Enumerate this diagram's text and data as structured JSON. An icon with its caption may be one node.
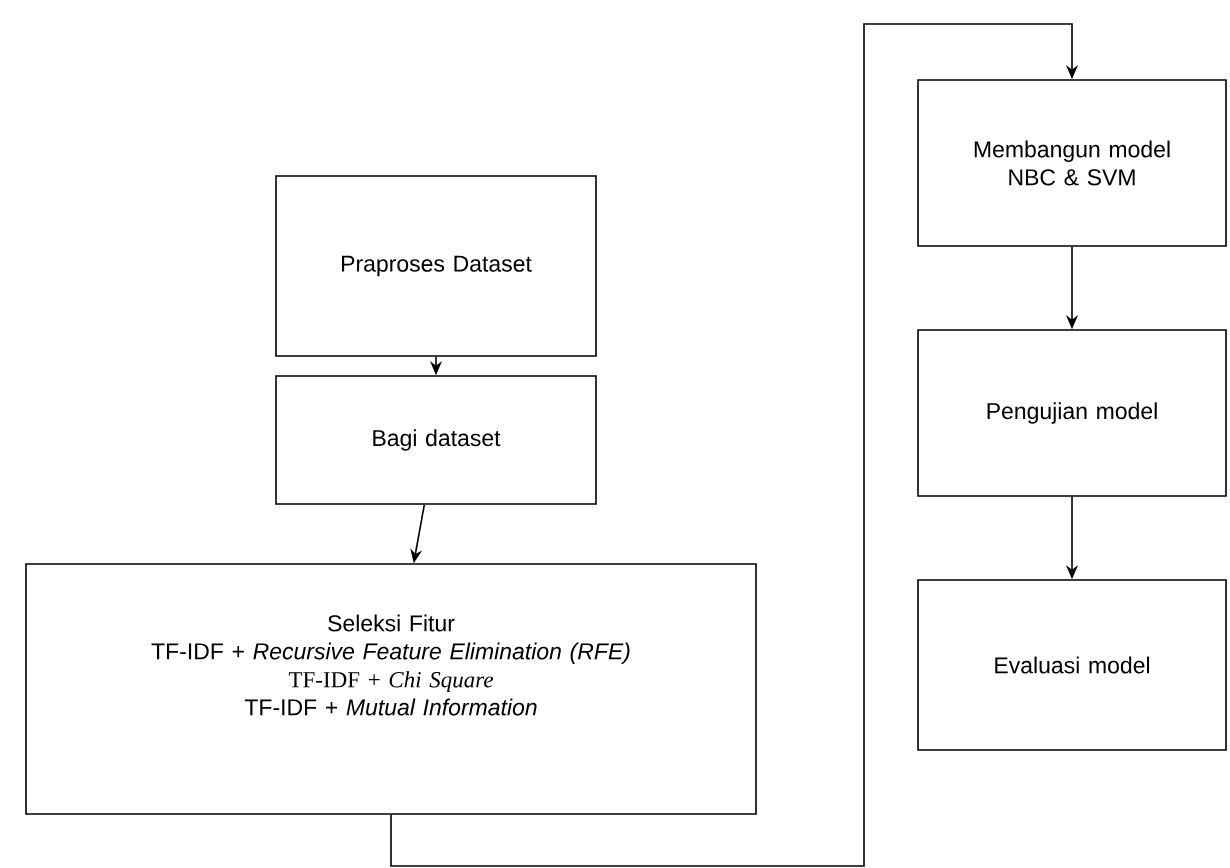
{
  "diagram": {
    "nodes": [
      {
        "text": [
          "Praproses Dataset"
        ]
      },
      {
        "text": [
          "Bagi dataset"
        ]
      },
      {
        "text": [
          "Seleksi Fitur",
          "TF-IDF + *Recursive Feature Elimination (RFE)*",
          "TF-IDF + *Chi Square*",
          "TF-IDF + *Mutual Information*"
        ]
      },
      {
        "text": [
          "Membangun model NBC & SVM"
        ]
      },
      {
        "text": [
          "Pengujian model"
        ]
      },
      {
        "text": [
          "Evaluasi model"
        ]
      }
    ],
    "edges": [
      {
        "from": 0,
        "to": 1,
        "arrow": "to"
      },
      {
        "from": 1,
        "to": 2,
        "arrow": "to"
      },
      {
        "from": 2,
        "to": 3,
        "arrow": "to"
      },
      {
        "from": 3,
        "to": 4,
        "arrow": "to"
      },
      {
        "from": 4,
        "to": 5,
        "arrow": "to"
      }
    ]
  }
}
